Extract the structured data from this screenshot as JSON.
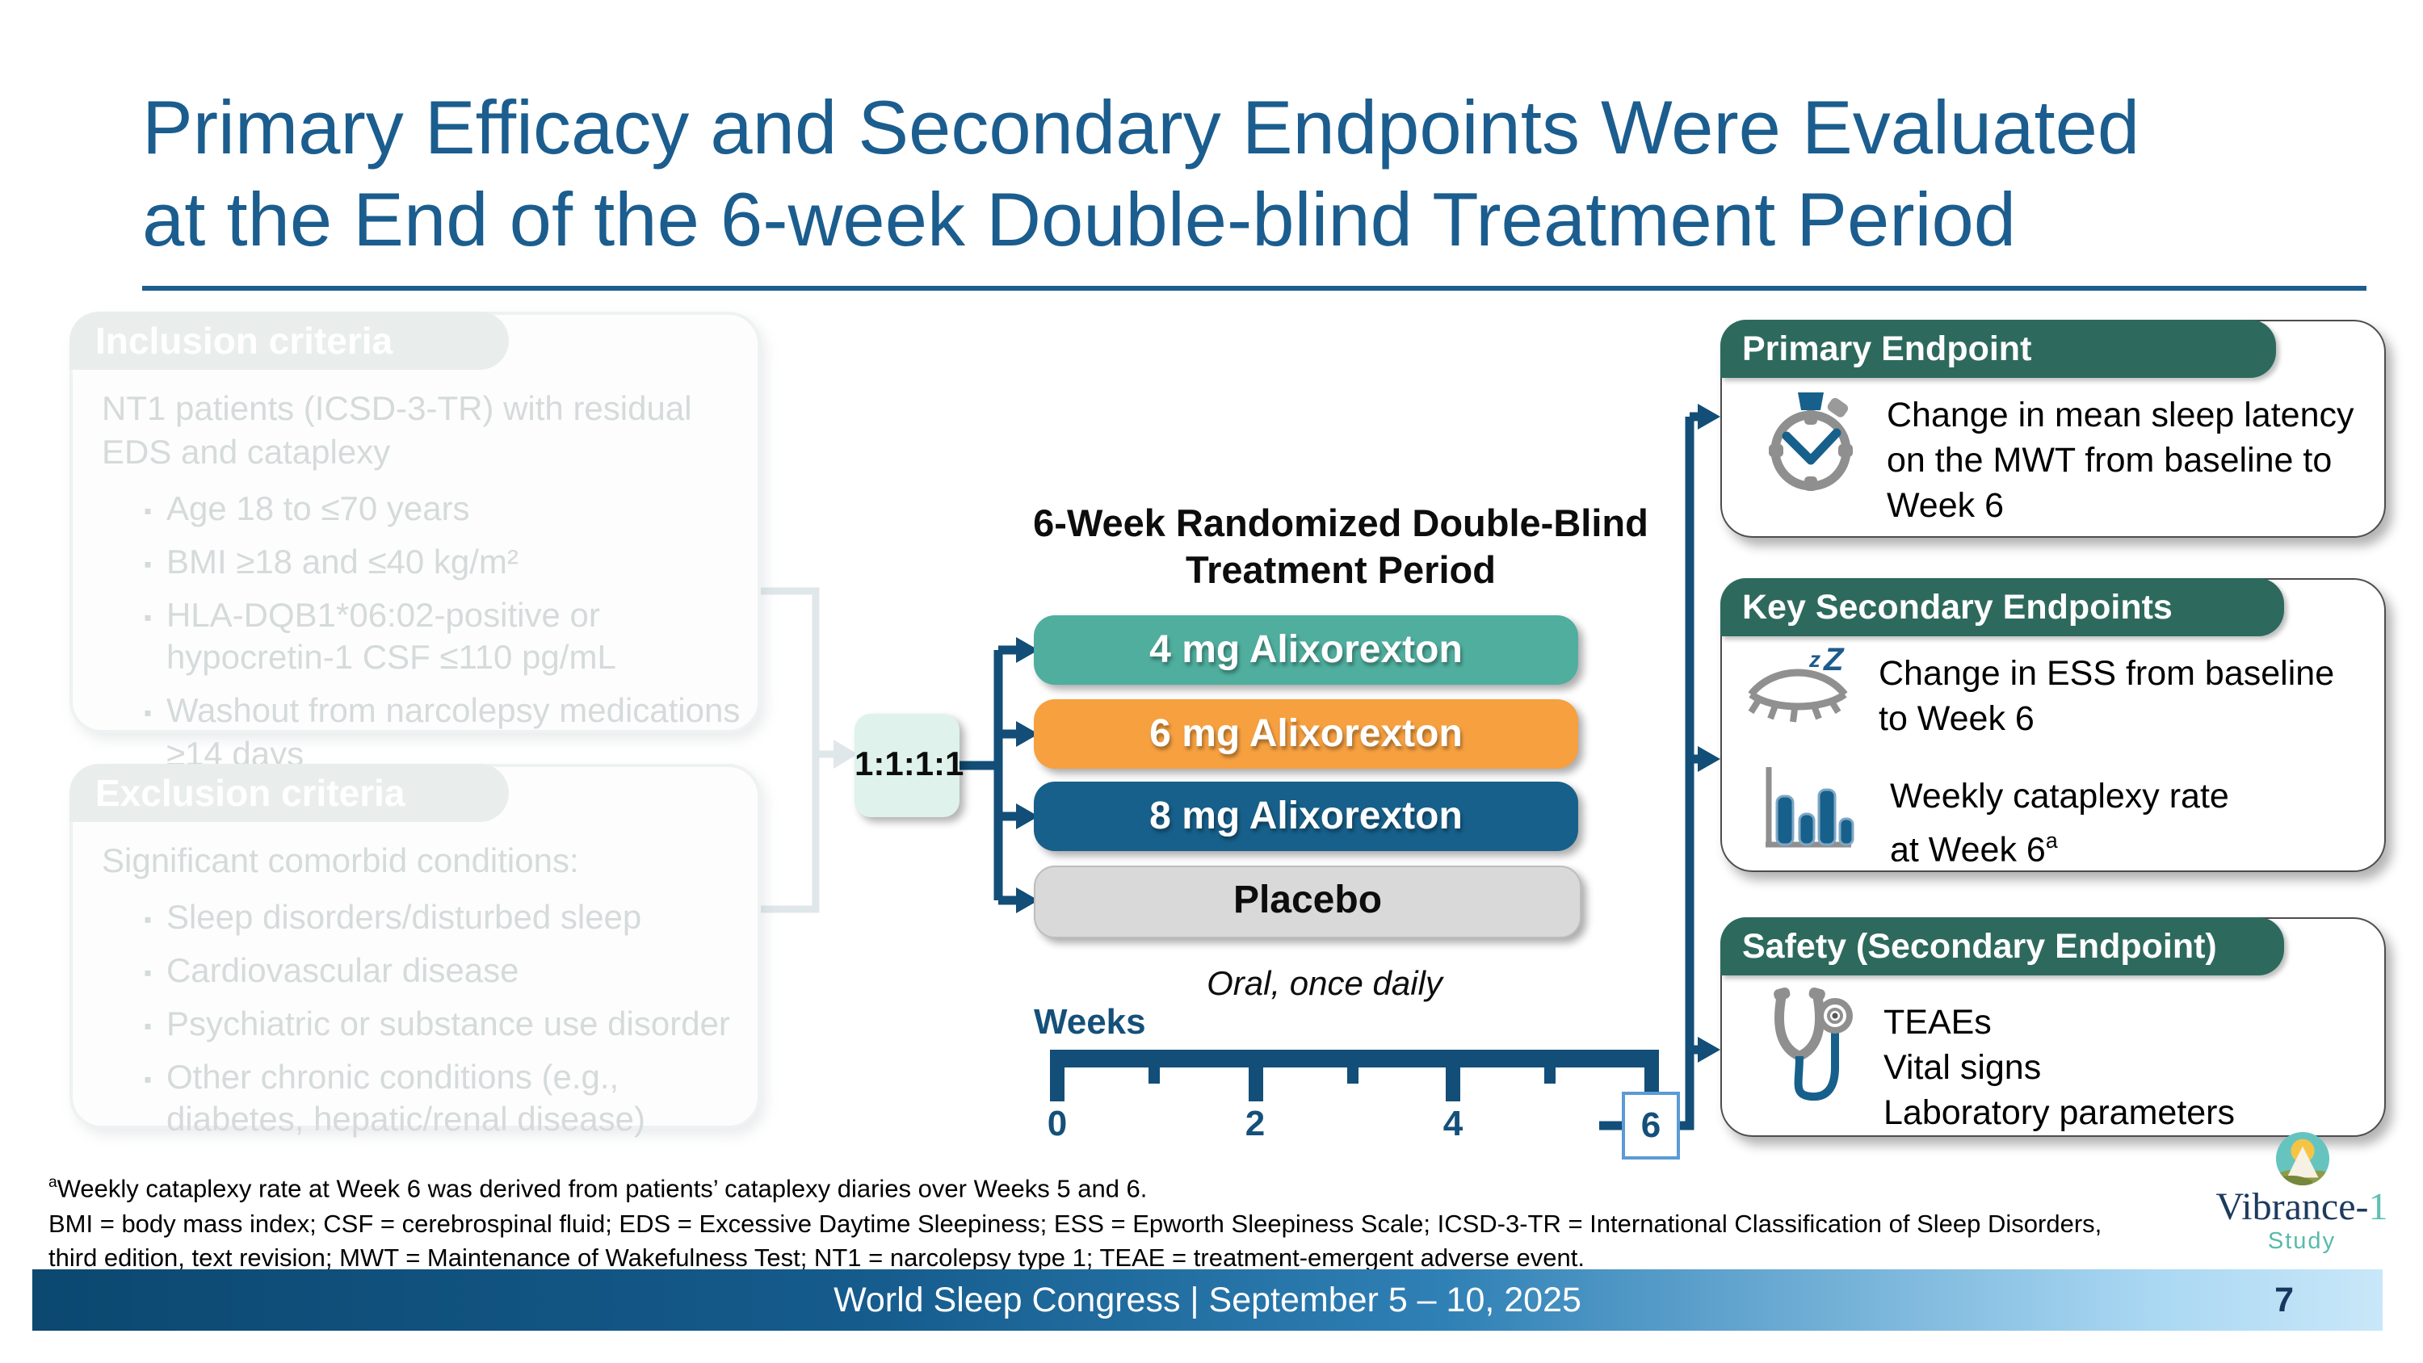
{
  "slide": {
    "title_line1": "Primary Efficacy and Secondary Endpoints Were Evaluated",
    "title_line2": "at the End of the 6-week Double-blind Treatment Period"
  },
  "criteria": {
    "inclusion": {
      "header": "Inclusion criteria",
      "lead": "NT1 patients (ICSD-3-TR) with residual EDS and cataplexy",
      "bullets": [
        "Age 18 to ≤70 years",
        "BMI ≥18 and ≤40 kg/m²",
        "HLA-DQB1*06:02-positive or hypocretin-1 CSF ≤110 pg/mL",
        "Washout from narcolepsy medications ≥14 days"
      ]
    },
    "exclusion": {
      "header": "Exclusion criteria",
      "lead": "Significant comorbid conditions:",
      "bullets": [
        "Sleep disorders/disturbed sleep",
        "Cardiovascular disease",
        "Psychiatric or substance use disorder",
        "Other chronic conditions (e.g., diabetes, hepatic/renal disease)"
      ]
    }
  },
  "design": {
    "title_line1": "6-Week Randomized Double-Blind",
    "title_line2": "Treatment Period",
    "randomization_ratio": "1:1:1:1",
    "arms": [
      {
        "label": "4 mg Alixorexton",
        "color": "#4FAE9E"
      },
      {
        "label": "6 mg Alixorexton",
        "color": "#F6A040"
      },
      {
        "label": "8 mg Alixorexton",
        "color": "#17608B"
      },
      {
        "label": "Placebo",
        "color": "#D9D9D9"
      }
    ],
    "dosing_note": "Oral, once daily",
    "timeline": {
      "label": "Weeks",
      "ticks": [
        "0",
        "2",
        "4",
        "6"
      ]
    }
  },
  "endpoints": {
    "primary": {
      "header": "Primary Endpoint",
      "icon": "stopwatch-icon",
      "line1": "Change in mean sleep latency",
      "line2": "on the MWT from baseline to",
      "line3": "Week 6"
    },
    "key_secondary": {
      "header": "Key Secondary Endpoints",
      "item1_icon": "sleepy-eye-icon",
      "item1_line1": "Change in ESS from baseline",
      "item1_line2": "to Week 6",
      "item2_icon": "bar-chart-icon",
      "item2_line1": "Weekly cataplexy rate",
      "item2_line2": "at Week 6",
      "item2_sup": "a"
    },
    "safety": {
      "header": "Safety (Secondary Endpoint)",
      "icon": "stethoscope-icon",
      "items": [
        "TEAEs",
        "Vital signs",
        "Laboratory parameters"
      ]
    }
  },
  "footnotes": {
    "sup": "a",
    "line1": "Weekly cataplexy rate at Week 6 was derived from patients’ cataplexy diaries over Weeks 5 and 6.",
    "line2": "BMI = body mass index; CSF = cerebrospinal fluid; EDS = Excessive Daytime Sleepiness; ESS = Epworth Sleepiness Scale; ICSD-3-TR =  International Classification of Sleep Disorders,",
    "line3": "third edition, text revision; MWT = Maintenance of Wakefulness Test; NT1 = narcolepsy type 1; TEAE = treatment-emergent adverse event."
  },
  "logo": {
    "icon": "sun-mountain-icon",
    "name_main": "Vibrance-",
    "name_accent": "1",
    "subtitle": "Study"
  },
  "footer": {
    "congress": "World Sleep Congress | September 5 – 10, 2025",
    "page": "7"
  },
  "colors": {
    "title_blue": "#1B5D8E",
    "connector_blue": "#124E77",
    "endpoint_header_teal": "#2D6A5D",
    "arm_teal": "#4FAE9E",
    "arm_orange": "#F6A040",
    "arm_blue": "#17608B",
    "arm_gray": "#D9D9D9",
    "randomization_mint": "#DFF2EC",
    "week6_box_border": "#5B9BD5",
    "footer_gradient_start": "#0C4870",
    "footer_gradient_end": "#C9E7F9",
    "logo_navy": "#1C3B5E",
    "logo_teal": "#5FBFB3"
  }
}
